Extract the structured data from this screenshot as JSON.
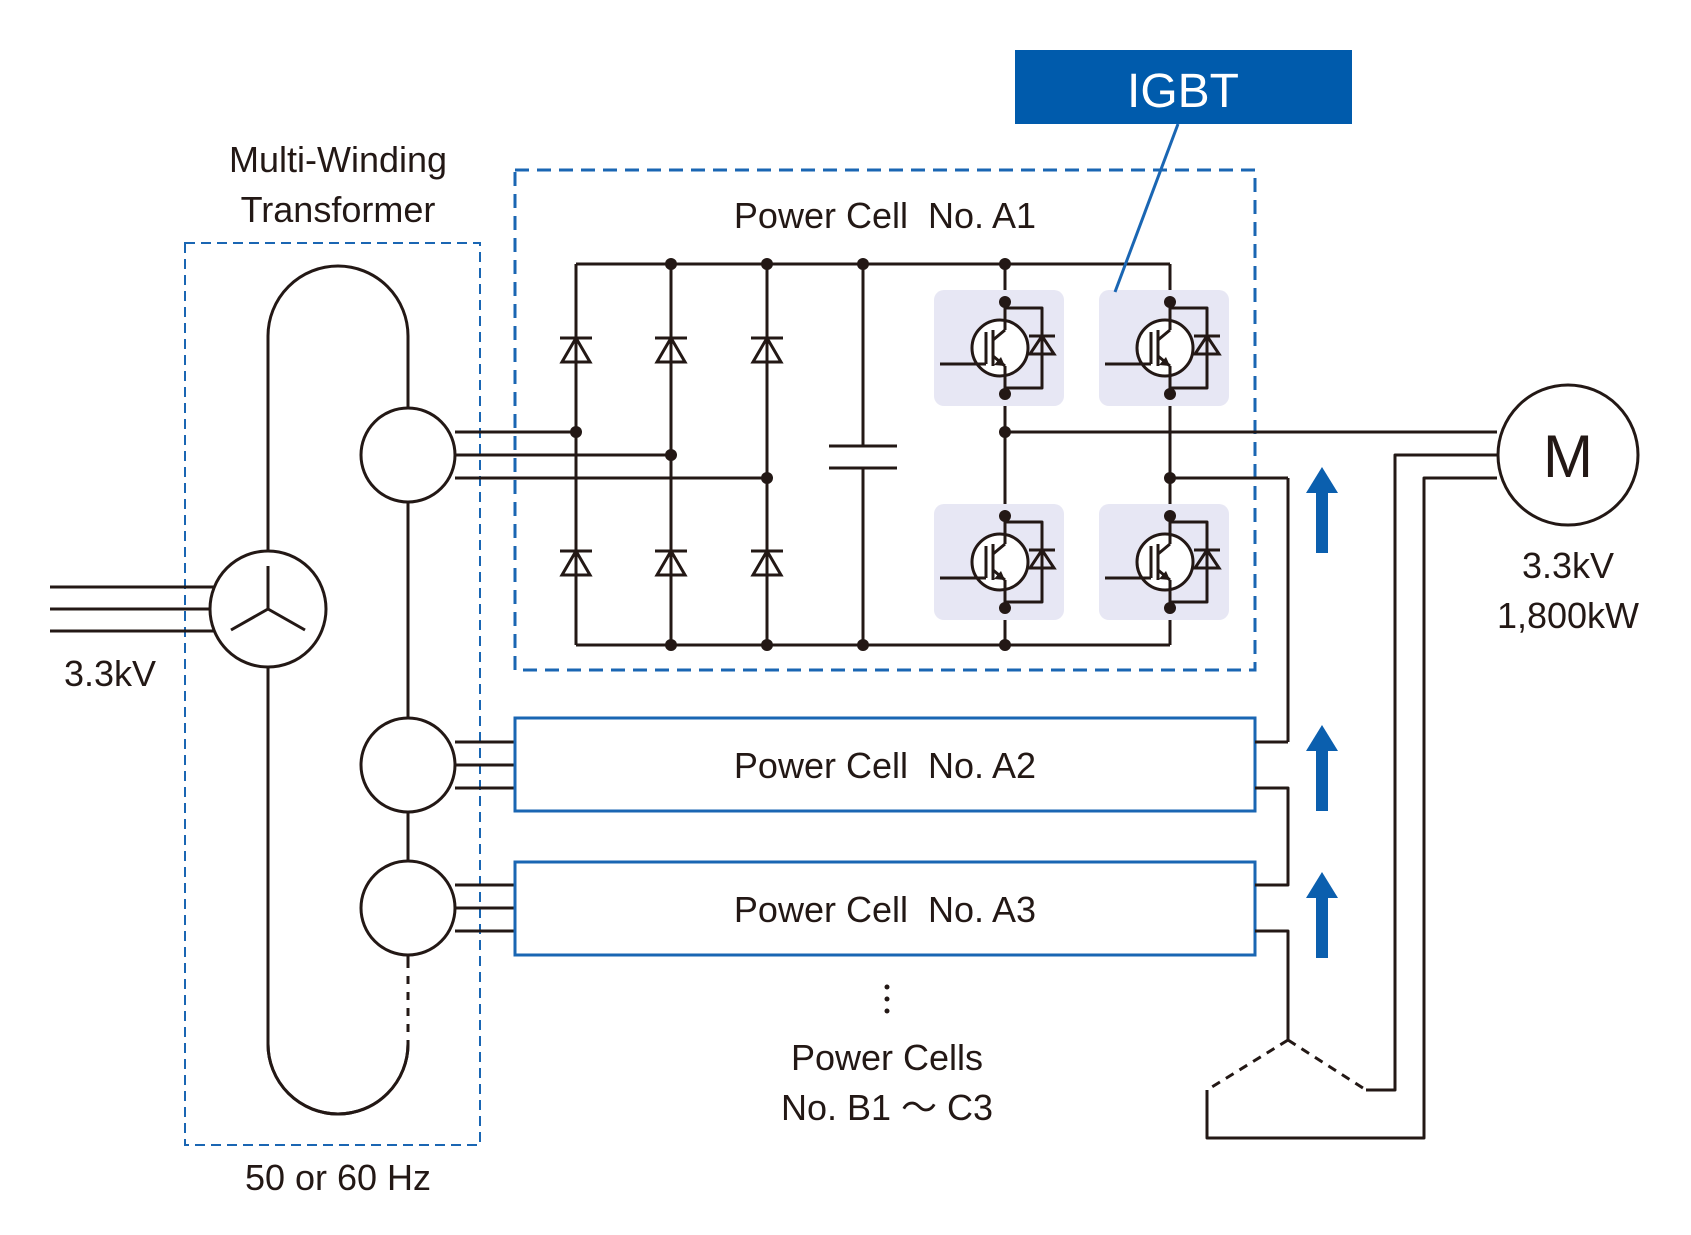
{
  "transformer": {
    "title_line1": "Multi-Winding",
    "title_line2": "Transformer",
    "input_voltage": "3.3kV",
    "frequency": "50 or 60 Hz"
  },
  "igbt_callout": {
    "label": "IGBT",
    "bg_color": "#005bac"
  },
  "cells": [
    {
      "label": "Power Cell  No. A1"
    },
    {
      "label": "Power Cell  No. A2"
    },
    {
      "label": "Power Cell  No. A3"
    }
  ],
  "more_cells": {
    "line1": "Power Cells",
    "line2": "No. B1 ～ C3"
  },
  "motor": {
    "symbol": "M",
    "voltage": "3.3kV",
    "power": "1,800kW"
  },
  "colors": {
    "wire": "#231815",
    "accent_blue": "#1a66b3",
    "arrow_blue": "#0b5fae",
    "igbt_bg": "#e7e7f4"
  }
}
